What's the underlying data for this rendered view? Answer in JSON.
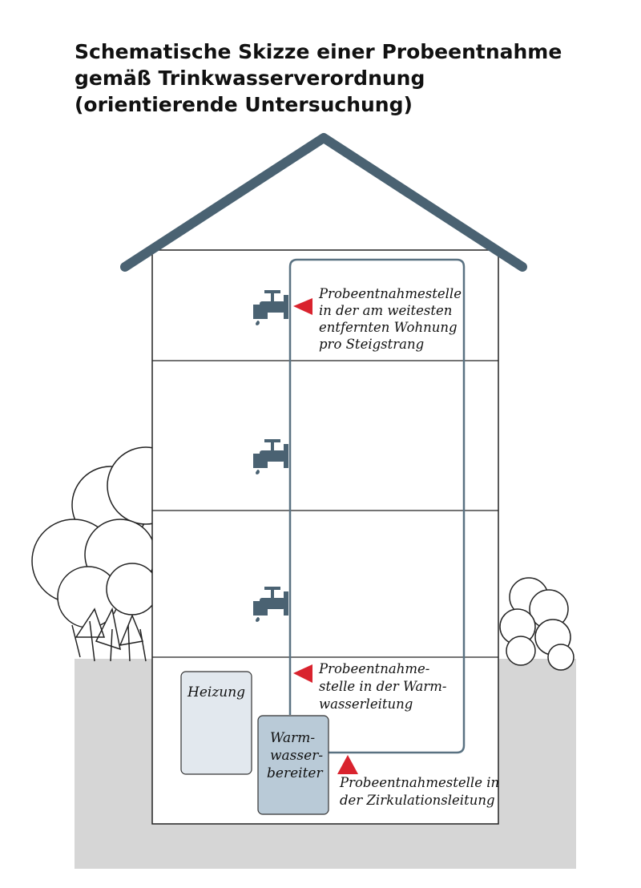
{
  "title": {
    "line1": "Schematische Skizze einer Probeentnahme",
    "line2": "gemäß Trinkwasserverordnung",
    "line3": "(orientierende Untersuchung)"
  },
  "labels": {
    "top_tap": [
      "Probeentnahmestelle",
      "in der am weitesten",
      "entfernten Wohnung",
      "pro Steigstrang"
    ],
    "warm_water_line": [
      "Probeentnahme-",
      "stelle in der Warm-",
      "wasserleitung"
    ],
    "circulation_line": [
      "Probeentnahmestelle in",
      "der Zirkulationsleitung"
    ]
  },
  "boxes": {
    "heizung": "Heizung",
    "warmwasserbereiter": [
      "Warm-",
      "wasser-",
      "bereiter"
    ]
  },
  "colors": {
    "roof": "#4a6272",
    "pipe": "#5a7282",
    "tap": "#4a6272",
    "marker": "#d9232e",
    "ground": "#d6d6d6",
    "heizung_fill": "#e2e8ee",
    "boiler_fill": "#b9cad7"
  }
}
